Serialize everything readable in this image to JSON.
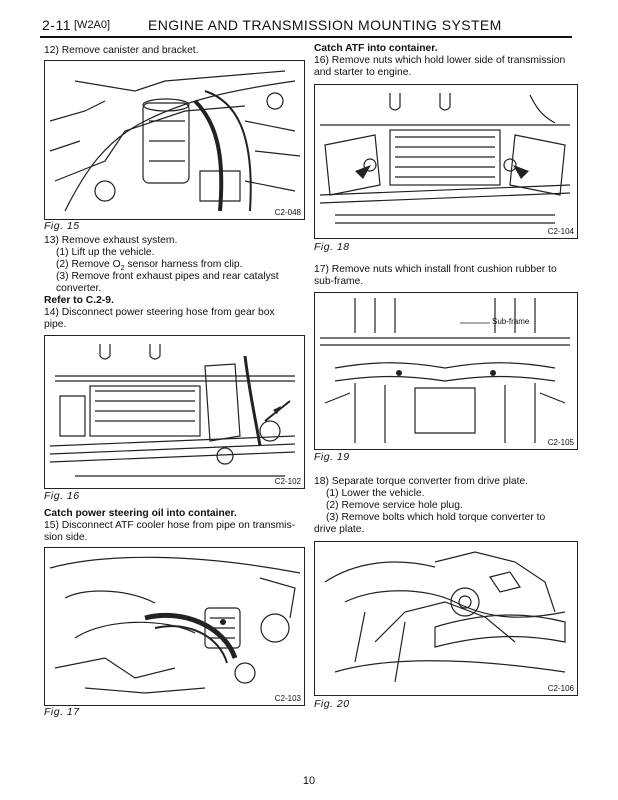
{
  "header": {
    "section": "2-11",
    "code": "[W2A0]",
    "title": "ENGINE AND TRANSMISSION MOUNTING SYSTEM"
  },
  "left": {
    "step12": "12) Remove canister and bracket.",
    "fig15": {
      "caption": "Fig. 15",
      "code": "C2-048"
    },
    "step13": "13) Remove exhaust system.",
    "step13_1": "(1) Lift up the vehicle.",
    "step13_2a": "(2) Remove O",
    "step13_2sub": "2",
    "step13_2b": " sensor harness from clip.",
    "step13_3a": "(3) Remove front exhaust pipes and rear catalyst",
    "step13_3b": "converter.",
    "ref": "Refer to C.2-9.",
    "step14a": "14) Disconnect power steering hose from gear box",
    "step14b": "pipe.",
    "fig16": {
      "caption": "Fig. 16",
      "code": "C2-102"
    },
    "catch_ps": "Catch power steering oil into container.",
    "step15a": "15) Disconnect ATF cooler hose from pipe on transmis-",
    "step15b": "sion side.",
    "fig17": {
      "caption": "Fig. 17",
      "code": "C2-103"
    }
  },
  "right": {
    "catch_atf": "Catch ATF into container.",
    "step16a": "16) Remove nuts which hold lower side of transmission",
    "step16b": "and starter to engine.",
    "fig18": {
      "caption": "Fig. 18",
      "code": "C2-104"
    },
    "step17a": "17) Remove nuts which install front cushion rubber to",
    "step17b": "sub-frame.",
    "fig19": {
      "caption": "Fig. 19",
      "code": "C2-105",
      "callout": "Sub-frame"
    },
    "step18": "18) Separate torque converter from drive plate.",
    "step18_1": "(1) Lower the vehicle.",
    "step18_2": "(2) Remove service hole plug.",
    "step18_3a": "(3) Remove bolts which hold torque converter to",
    "step18_3b": "drive plate.",
    "fig20": {
      "caption": "Fig. 20",
      "code": "C2-106"
    }
  },
  "page_number": "10"
}
